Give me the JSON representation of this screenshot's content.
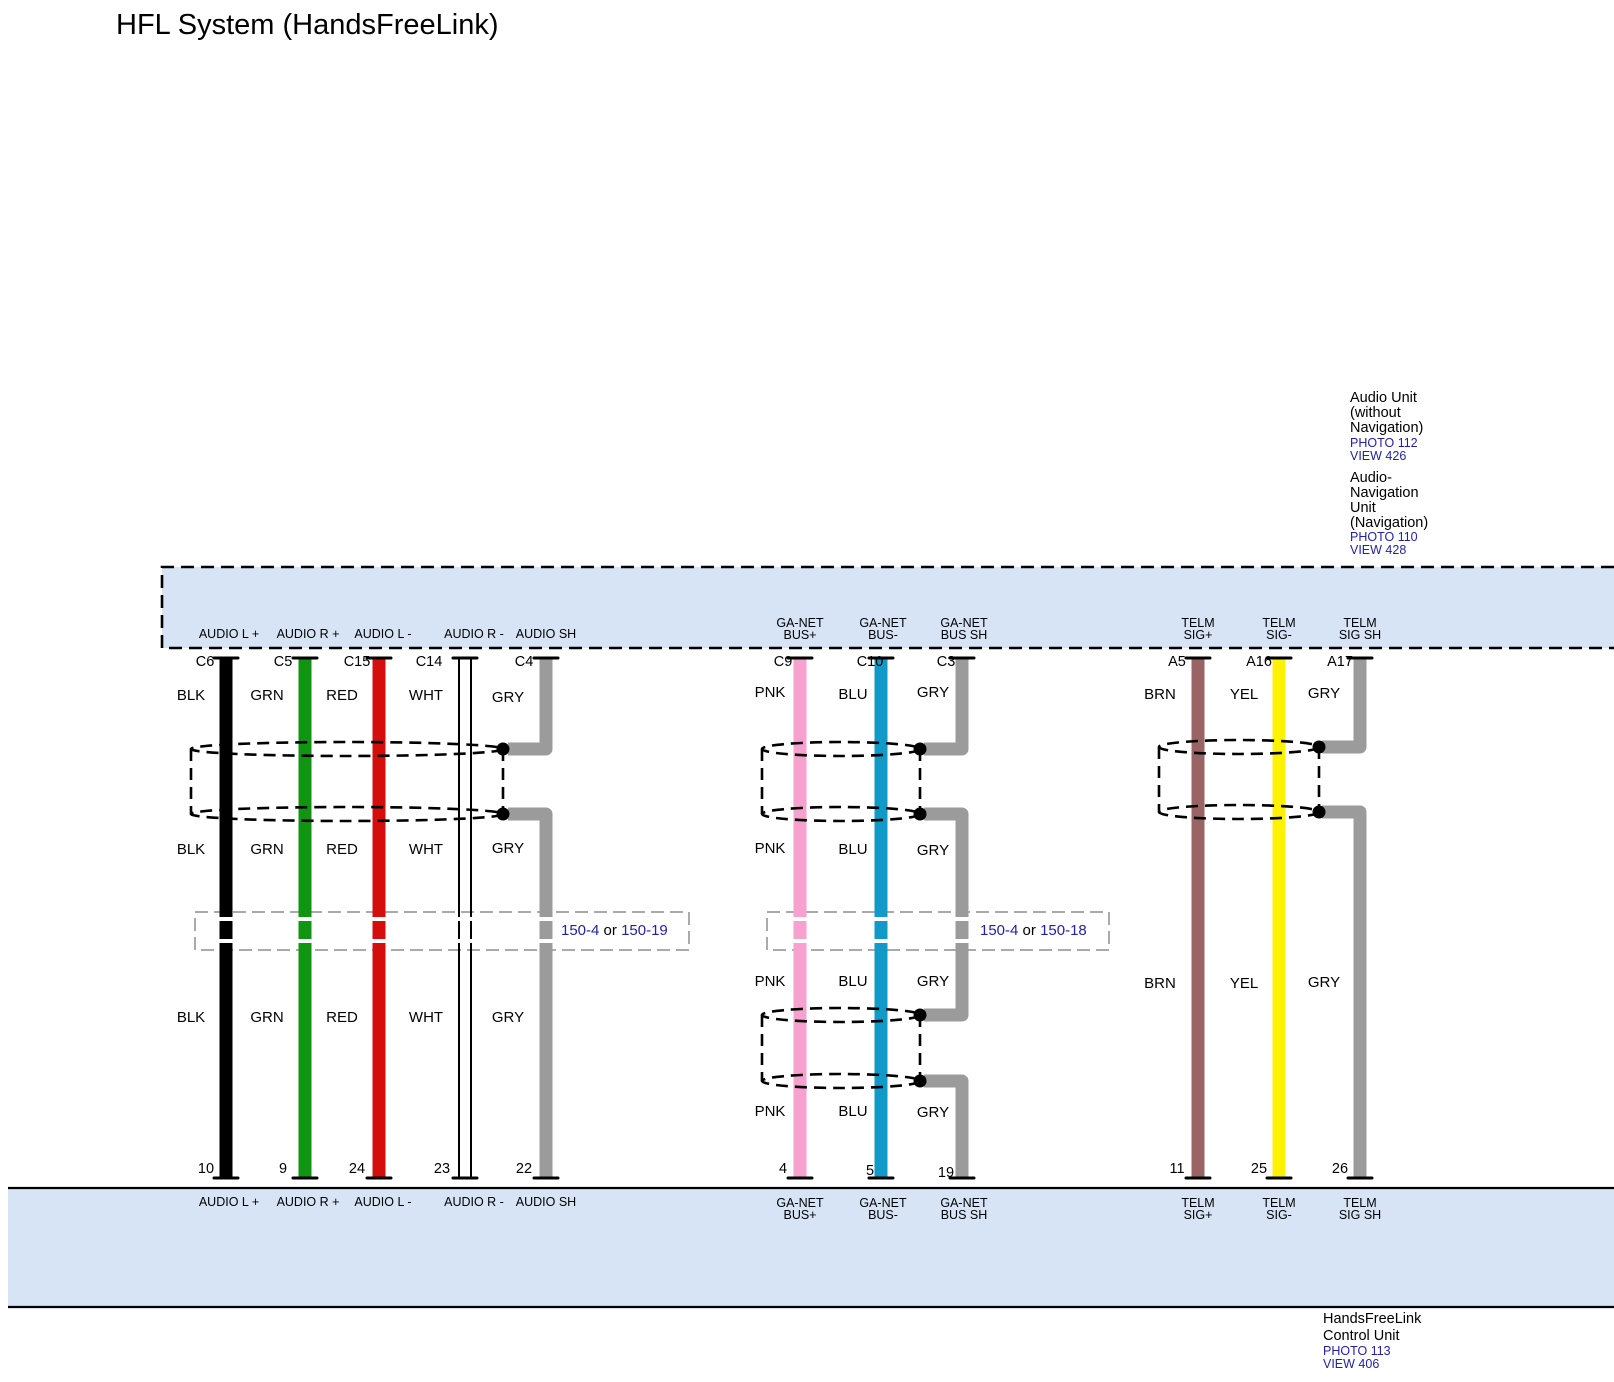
{
  "title": "HFL System (HandsFreeLink)",
  "colors": {
    "unit_fill": "#d6e4f5",
    "link": "#2323a0",
    "BLK": "#000000",
    "GRN": "#119411",
    "RED": "#d40d0d",
    "WHT": "#ffffff",
    "GRY": "#9b9b9b",
    "PNK": "#f7a1cf",
    "BLU": "#1199c8",
    "BRN": "#9a6464",
    "YEL": "#fff200"
  },
  "top_unit": {
    "name1": [
      "Audio Unit",
      "(without",
      "Navigation)"
    ],
    "links1": [
      "PHOTO 112",
      "VIEW 426"
    ],
    "name2": [
      "Audio-",
      "Navigation",
      "Unit",
      "(Navigation)"
    ],
    "links2": [
      "PHOTO 110",
      "VIEW 428"
    ]
  },
  "bottom_unit": {
    "name": [
      "HandsFreeLink",
      "Control Unit"
    ],
    "links": [
      "PHOTO 113",
      "VIEW 406"
    ]
  },
  "wires": [
    {
      "id": "w1",
      "top_pin": "C6",
      "bottom_pin": "10",
      "color_code": "BLK",
      "top_func": [
        "AUDIO L +"
      ],
      "bottom_func": [
        "AUDIO L +"
      ],
      "labels": [
        "BLK",
        "BLK",
        "BLK"
      ]
    },
    {
      "id": "w2",
      "top_pin": "C5",
      "bottom_pin": "9",
      "color_code": "GRN",
      "top_func": [
        "AUDIO R +"
      ],
      "bottom_func": [
        "AUDIO R +"
      ],
      "labels": [
        "GRN",
        "GRN",
        "GRN"
      ]
    },
    {
      "id": "w3",
      "top_pin": "C15",
      "bottom_pin": "24",
      "color_code": "RED",
      "top_func": [
        "AUDIO L -"
      ],
      "bottom_func": [
        "AUDIO L -"
      ],
      "labels": [
        "RED",
        "RED",
        "RED"
      ]
    },
    {
      "id": "w4",
      "top_pin": "C14",
      "bottom_pin": "23",
      "color_code": "WHT",
      "top_func": [
        "AUDIO R -"
      ],
      "bottom_func": [
        "AUDIO R -"
      ],
      "labels": [
        "WHT",
        "WHT",
        "WHT"
      ]
    },
    {
      "id": "w5",
      "top_pin": "C4",
      "bottom_pin": "22",
      "color_code": "GRY",
      "top_func": [
        "AUDIO SH"
      ],
      "bottom_func": [
        "AUDIO SH"
      ],
      "labels": [
        "GRY",
        "GRY",
        "GRY"
      ]
    },
    {
      "id": "w6",
      "top_pin": "C9",
      "bottom_pin": "4",
      "color_code": "PNK",
      "top_func": [
        "GA-NET",
        "BUS+"
      ],
      "bottom_func": [
        "GA-NET",
        "BUS+"
      ],
      "labels": [
        "PNK",
        "PNK",
        "PNK",
        "PNK"
      ]
    },
    {
      "id": "w7",
      "top_pin": "C10",
      "bottom_pin": "5",
      "color_code": "BLU",
      "top_func": [
        "GA-NET",
        "BUS-"
      ],
      "bottom_func": [
        "GA-NET",
        "BUS-"
      ],
      "labels": [
        "BLU",
        "BLU",
        "BLU",
        "BLU"
      ]
    },
    {
      "id": "w8",
      "top_pin": "C3",
      "bottom_pin": "19",
      "color_code": "GRY",
      "top_func": [
        "GA-NET",
        "BUS SH"
      ],
      "bottom_func": [
        "GA-NET",
        "BUS SH"
      ],
      "labels": [
        "GRY",
        "GRY",
        "GRY",
        "GRY"
      ]
    },
    {
      "id": "w9",
      "top_pin": "A5",
      "bottom_pin": "11",
      "color_code": "BRN",
      "top_func": [
        "TELM",
        "SIG+"
      ],
      "bottom_func": [
        "TELM",
        "SIG+"
      ],
      "labels": [
        "BRN",
        "BRN"
      ]
    },
    {
      "id": "w10",
      "top_pin": "A16",
      "bottom_pin": "25",
      "color_code": "YEL",
      "top_func": [
        "TELM",
        "SIG-"
      ],
      "bottom_func": [
        "TELM",
        "SIG-"
      ],
      "labels": [
        "YEL",
        "YEL"
      ]
    },
    {
      "id": "w11",
      "top_pin": "A17",
      "bottom_pin": "26",
      "color_code": "GRY",
      "top_func": [
        "TELM",
        "SIG SH"
      ],
      "bottom_func": [
        "TELM",
        "SIG SH"
      ],
      "labels": [
        "GRY",
        "GRY"
      ]
    }
  ],
  "connector_refs": [
    {
      "a": "150-4",
      "or": "or",
      "b": "150-19"
    },
    {
      "a": "150-4",
      "or": "or",
      "b": "150-18"
    }
  ]
}
